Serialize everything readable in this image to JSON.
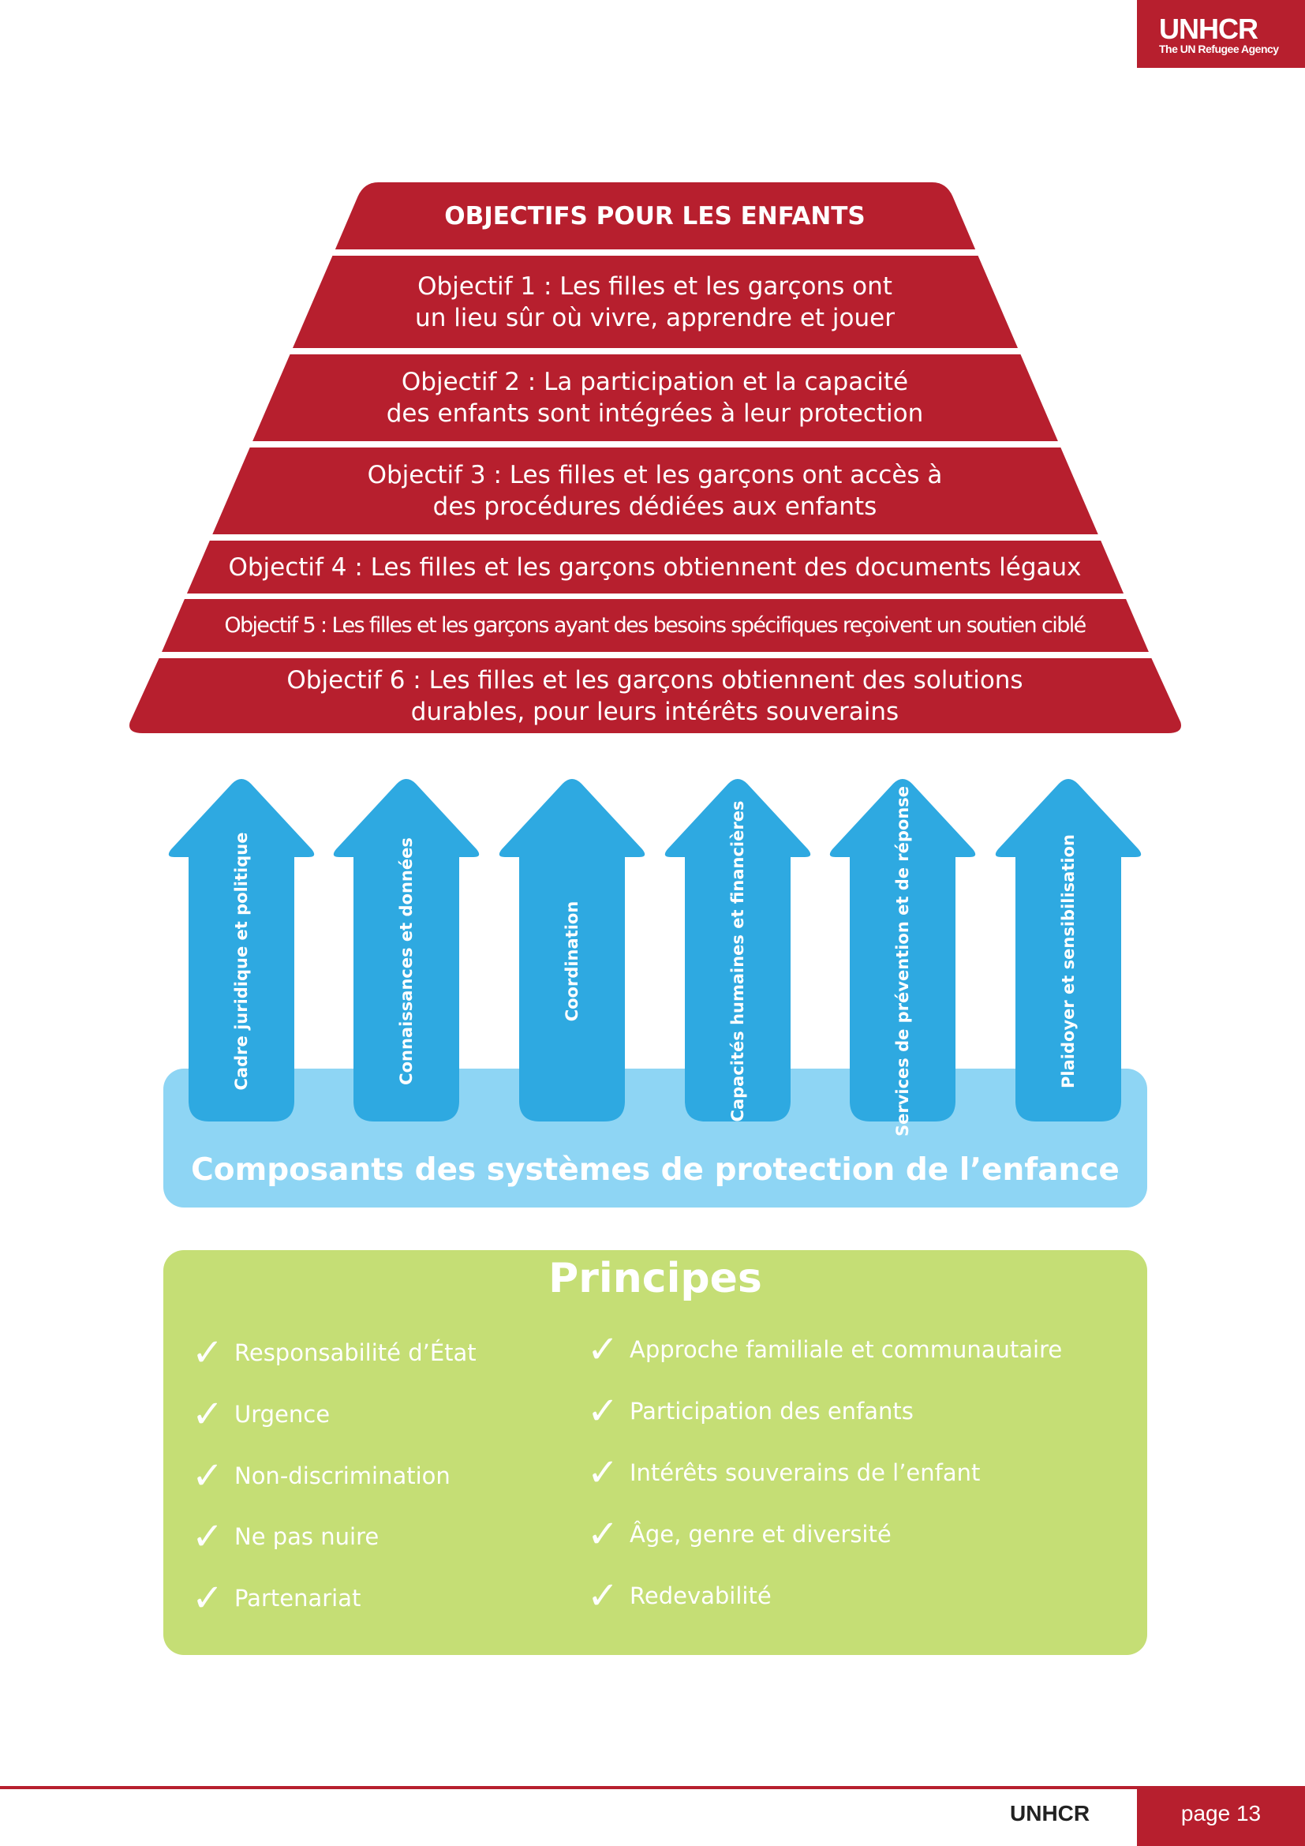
{
  "header": {
    "logo_main": "UNHCR",
    "logo_sub": "The UN Refugee Agency"
  },
  "pyramid": {
    "title": "OBJECTIFS POUR LES ENFANTS",
    "objectives": [
      [
        "Objectif 1 : Les filles et les garçons ont",
        "un lieu sûr où vivre, apprendre et jouer"
      ],
      [
        "Objectif 2 : La participation et la capacité",
        "des enfants sont intégrées à leur protection"
      ],
      [
        "Objectif 3 : Les filles et les garçons ont accès à",
        "des procédures dédiées aux enfants"
      ],
      [
        "Objectif 4 : Les filles et les garçons obtiennent des documents légaux"
      ],
      [
        "Objectif 5 : Les filles et les garçons ayant des besoins spécifiques reçoivent un soutien ciblé"
      ],
      [
        "Objectif 6 : Les filles et les garçons obtiennent des solutions",
        "durables, pour leurs intérêts souverains"
      ]
    ]
  },
  "components": {
    "arrows": [
      "Cadre juridique et politique",
      "Connaissances et données",
      "Coordination",
      "Capacités humaines et financières",
      "Services de prévention et de réponse",
      "Plaidoyer et sensibilisation"
    ],
    "label": "Composants des systèmes de protection de l’enfance"
  },
  "principles": {
    "title": "Principes",
    "left": [
      "Responsabilité d’État",
      "Urgence",
      "Non-discrimination",
      "Ne pas nuire",
      "Partenariat"
    ],
    "right": [
      "Approche familiale et communautaire",
      "Participation des enfants",
      "Intérêts souverains de l’enfant",
      "Âge, genre et diversité",
      "Redevabilité"
    ],
    "check_icon": "✓"
  },
  "footer": {
    "org": "UNHCR",
    "page": "page 13"
  },
  "colors": {
    "red": "#b71f2e",
    "blue": "#2ea9e1",
    "light_blue": "#8ed5f4",
    "green": "#c5de75"
  }
}
